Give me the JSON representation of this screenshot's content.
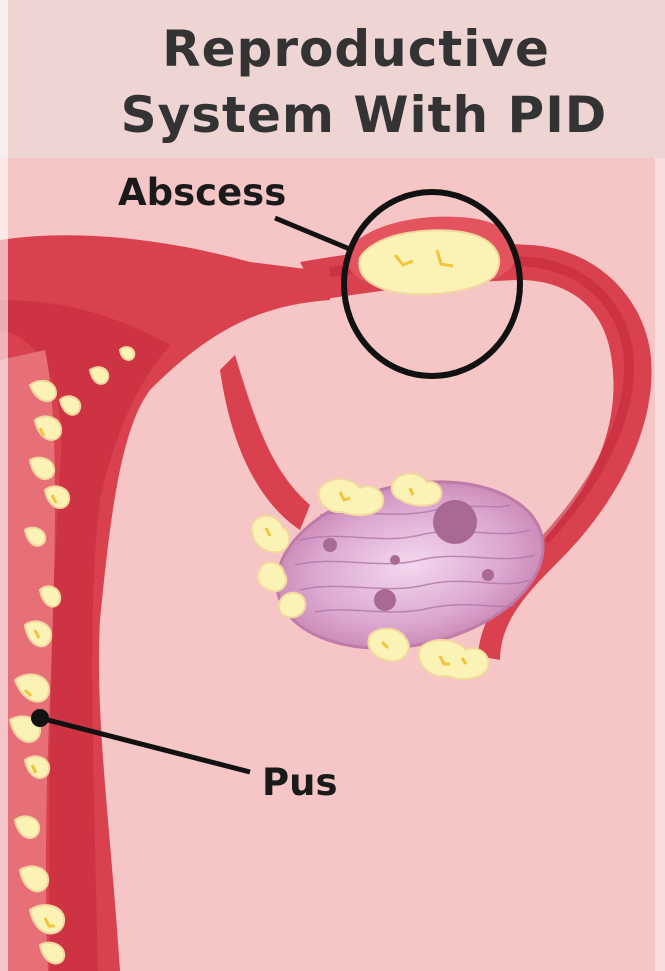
{
  "title": {
    "line1": "Reproductive",
    "line2": "System With PID"
  },
  "labels": {
    "abscess": "Abscess",
    "pus": "Pus"
  },
  "colors": {
    "title_band": "#efd4d4",
    "background": "#f6c6c6",
    "tissue": "#d9414e",
    "tissue_dark": "#c3283a",
    "ovary": "#dca7d0",
    "pus": "#fbf2b6",
    "pus_accent": "#f1c43a",
    "callout": "#111111"
  }
}
